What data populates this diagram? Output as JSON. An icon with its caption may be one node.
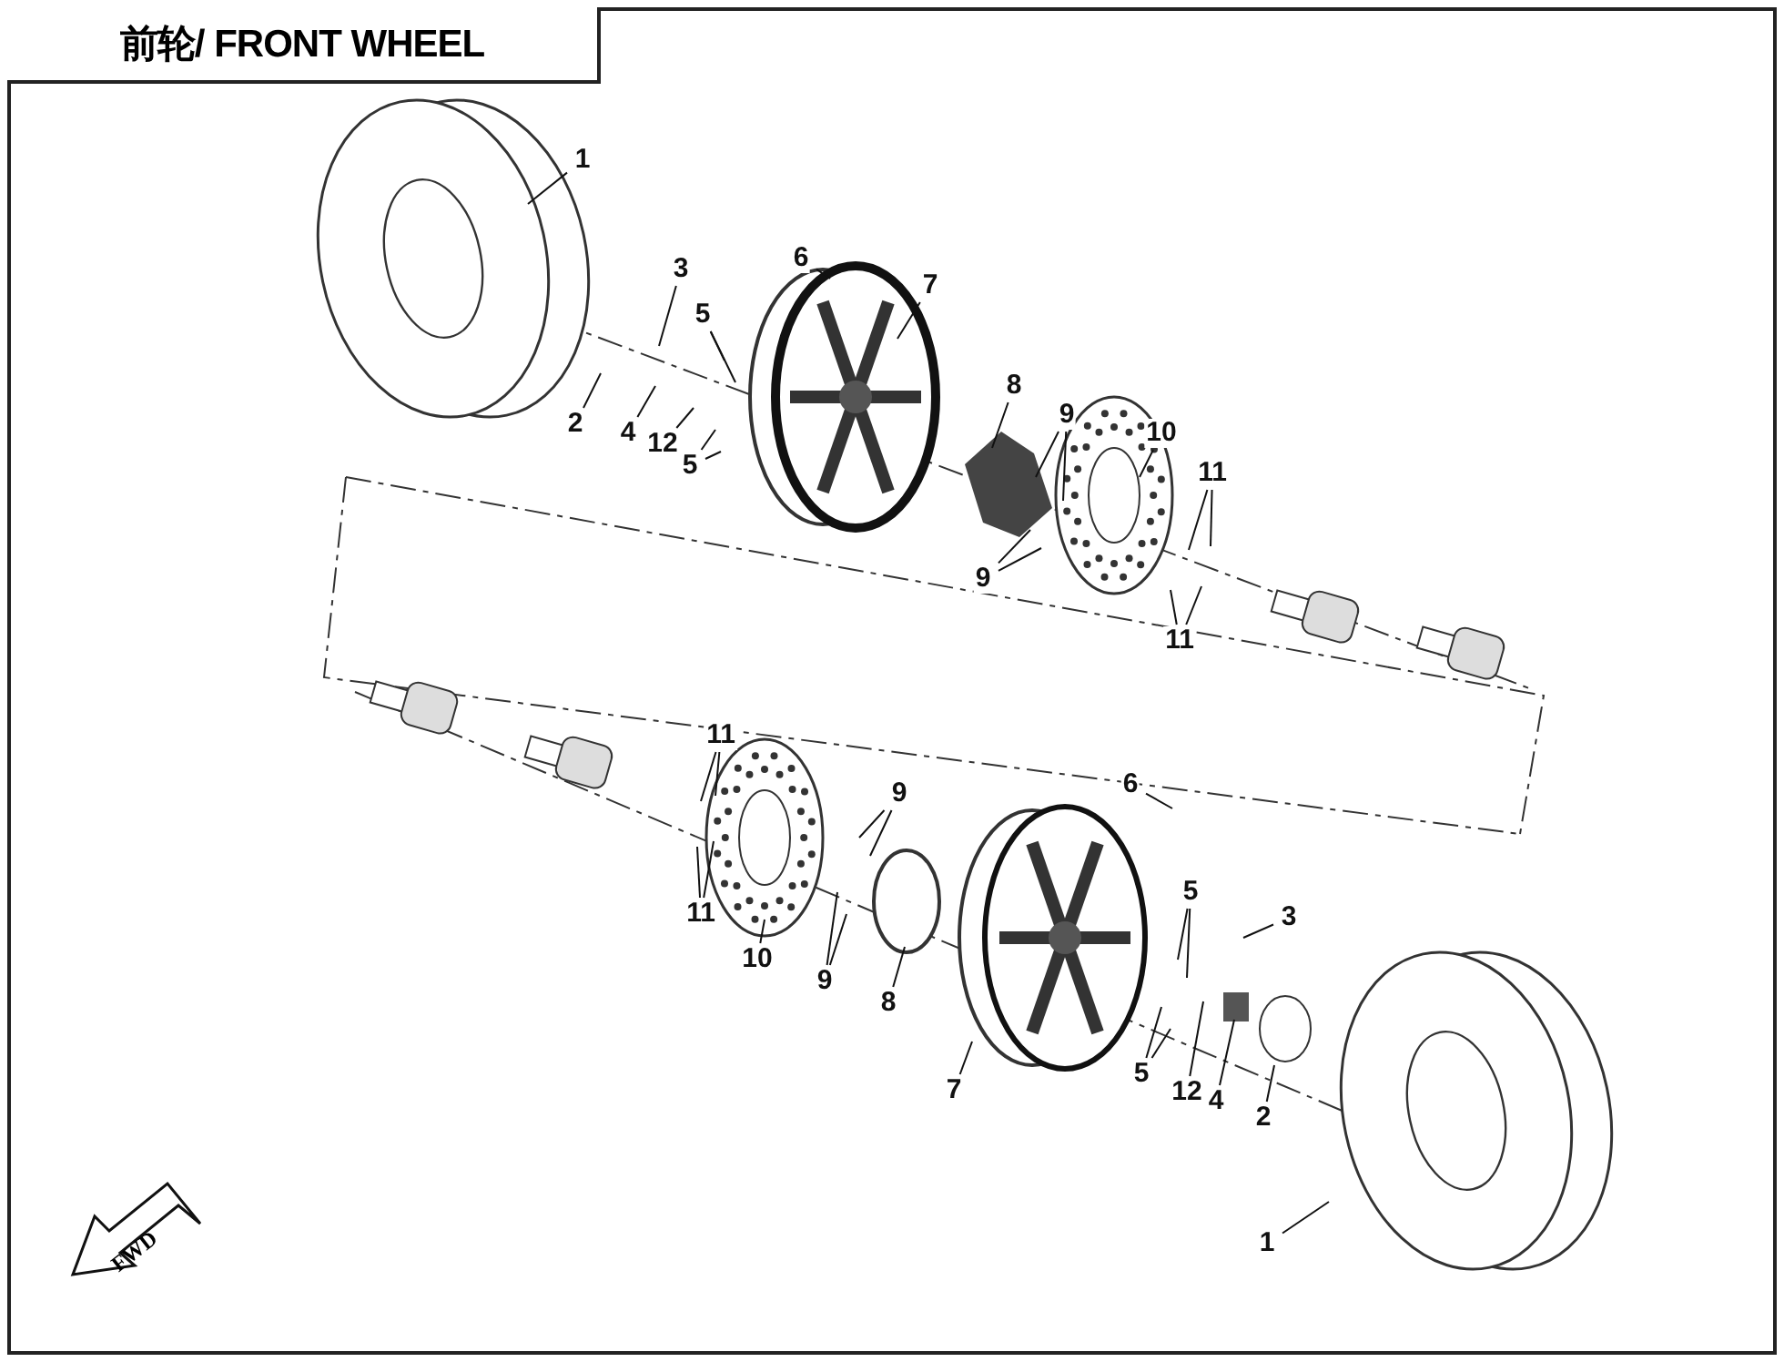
{
  "diagram": {
    "title": "前轮/ FRONT WHEEL",
    "nodes": [
      {
        "text": [
          "1"
        ]
      },
      {
        "text": [
          "3"
        ]
      },
      {
        "text": [
          "2"
        ]
      },
      {
        "text": [
          "4"
        ]
      },
      {
        "text": [
          "5"
        ]
      },
      {
        "text": [
          "12"
        ]
      },
      {
        "text": [
          "5"
        ]
      },
      {
        "text": [
          "6"
        ]
      },
      {
        "text": [
          "7"
        ]
      },
      {
        "text": [
          "8"
        ]
      },
      {
        "text": [
          "9"
        ]
      },
      {
        "text": [
          "9"
        ]
      },
      {
        "text": [
          "10"
        ]
      },
      {
        "text": [
          "11"
        ]
      },
      {
        "text": [
          "11"
        ]
      },
      {
        "text": [
          "11"
        ]
      },
      {
        "text": [
          "11"
        ]
      },
      {
        "text": [
          "10"
        ]
      },
      {
        "text": [
          "9"
        ]
      },
      {
        "text": [
          "9"
        ]
      },
      {
        "text": [
          "8"
        ]
      },
      {
        "text": [
          "6"
        ]
      },
      {
        "text": [
          "7"
        ]
      },
      {
        "text": [
          "5"
        ]
      },
      {
        "text": [
          "5"
        ]
      },
      {
        "text": [
          "12"
        ]
      },
      {
        "text": [
          "4"
        ]
      },
      {
        "text": [
          "3"
        ]
      },
      {
        "text": [
          "2"
        ]
      },
      {
        "text": [
          "1"
        ]
      }
    ],
    "edges": [
      {
        "from": 0,
        "to": null,
        "arrow": "none"
      },
      {
        "from": 1,
        "to": null,
        "arrow": "none"
      },
      {
        "from": 2,
        "to": null,
        "arrow": "none"
      },
      {
        "from": 3,
        "to": null,
        "arrow": "none"
      },
      {
        "from": 4,
        "to": null,
        "arrow": "none"
      },
      {
        "from": 4,
        "to": null,
        "arrow": "none"
      },
      {
        "from": 5,
        "to": null,
        "arrow": "none"
      },
      {
        "from": 6,
        "to": null,
        "arrow": "none"
      },
      {
        "from": 6,
        "to": null,
        "arrow": "none"
      },
      {
        "from": 7,
        "to": null,
        "arrow": "none"
      },
      {
        "from": 8,
        "to": null,
        "arrow": "none"
      },
      {
        "from": 9,
        "to": null,
        "arrow": "none"
      },
      {
        "from": 10,
        "to": null,
        "arrow": "none"
      },
      {
        "from": 10,
        "to": null,
        "arrow": "none"
      },
      {
        "from": 11,
        "to": null,
        "arrow": "none"
      },
      {
        "from": 11,
        "to": null,
        "arrow": "none"
      },
      {
        "from": 12,
        "to": null,
        "arrow": "none"
      },
      {
        "from": 13,
        "to": null,
        "arrow": "none"
      },
      {
        "from": 13,
        "to": null,
        "arrow": "none"
      },
      {
        "from": 14,
        "to": null,
        "arrow": "none"
      },
      {
        "from": 14,
        "to": null,
        "arrow": "none"
      },
      {
        "from": 15,
        "to": null,
        "arrow": "none"
      },
      {
        "from": 15,
        "to": null,
        "arrow": "none"
      },
      {
        "from": 16,
        "to": null,
        "arrow": "none"
      },
      {
        "from": 16,
        "to": null,
        "arrow": "none"
      },
      {
        "from": 17,
        "to": null,
        "arrow": "none"
      },
      {
        "from": 18,
        "to": null,
        "arrow": "none"
      },
      {
        "from": 18,
        "to": null,
        "arrow": "none"
      },
      {
        "from": 19,
        "to": null,
        "arrow": "none"
      },
      {
        "from": 19,
        "to": null,
        "arrow": "none"
      },
      {
        "from": 20,
        "to": null,
        "arrow": "none"
      },
      {
        "from": 21,
        "to": null,
        "arrow": "none"
      },
      {
        "from": 22,
        "to": null,
        "arrow": "none"
      },
      {
        "from": 23,
        "to": null,
        "arrow": "none"
      },
      {
        "from": 23,
        "to": null,
        "arrow": "none"
      },
      {
        "from": 24,
        "to": null,
        "arrow": "none"
      },
      {
        "from": 24,
        "to": null,
        "arrow": "none"
      },
      {
        "from": 25,
        "to": null,
        "arrow": "none"
      },
      {
        "from": 26,
        "to": null,
        "arrow": "none"
      },
      {
        "from": 27,
        "to": null,
        "arrow": "none"
      },
      {
        "from": 28,
        "to": null,
        "arrow": "none"
      },
      {
        "from": 29,
        "to": null,
        "arrow": "none"
      }
    ],
    "labels": [
      "FWD"
    ]
  }
}
